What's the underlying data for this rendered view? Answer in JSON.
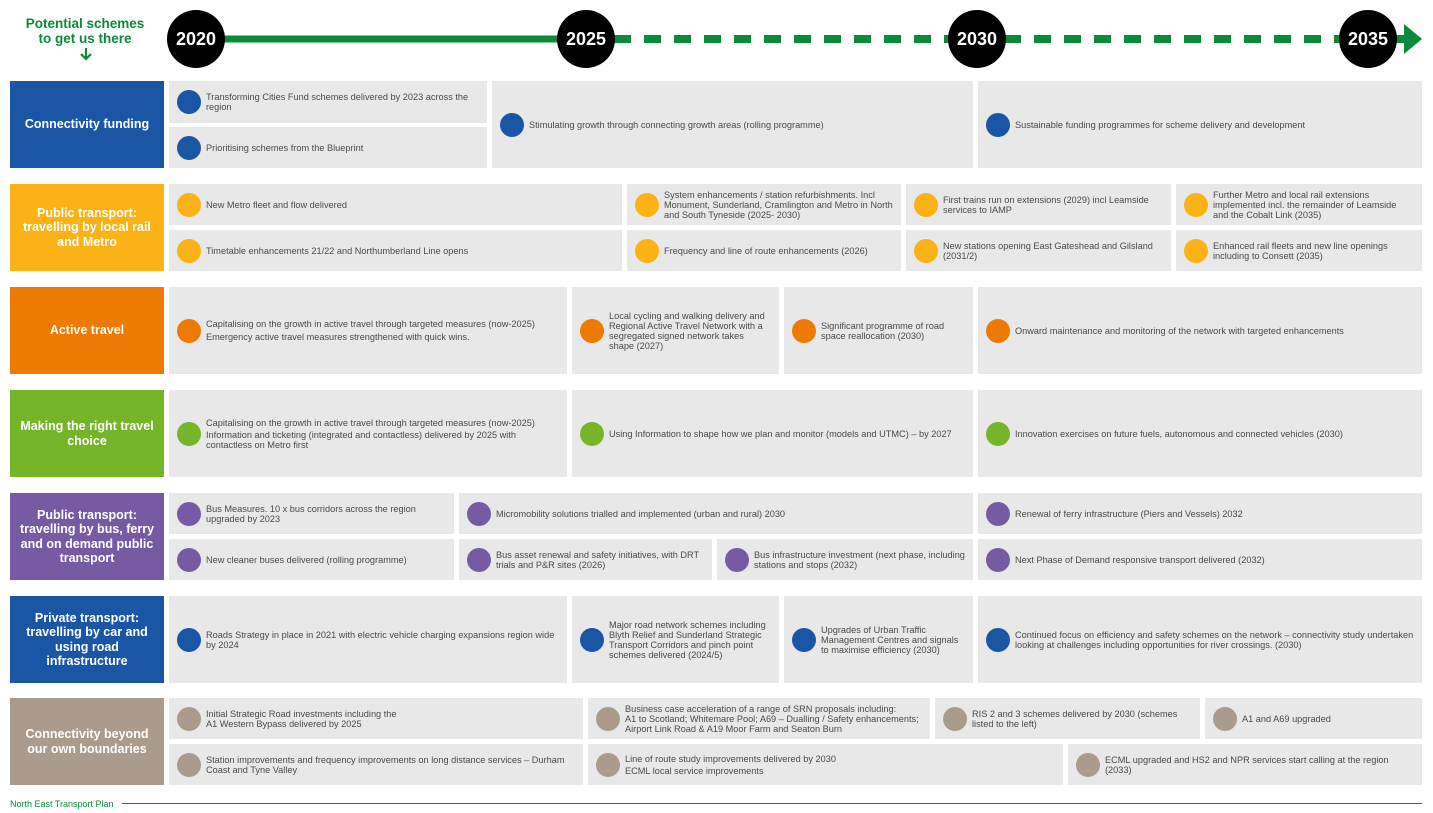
{
  "header": {
    "label_line1": "Potential schemes",
    "label_line2": "to get us there",
    "years": [
      "2020",
      "2025",
      "2030",
      "2035"
    ]
  },
  "colors": {
    "timeline": "#0b8a3c",
    "connectivity_funding": "#1a56a4",
    "public_transport_rail": "#fbb216",
    "active_travel": "#ee7a04",
    "travel_choice": "#74b52a",
    "public_transport_bus": "#765ba4",
    "private_transport": "#1a56a4",
    "beyond_boundaries": "#ab9b8c"
  },
  "rows": {
    "funding": {
      "label": "Connectivity funding",
      "c1": "Transforming Cities Fund schemes delivered by 2023 across the region",
      "c2": "Prioritising schemes from the Blueprint",
      "c3": "Stimulating growth through connecting growth areas (rolling programme)",
      "c4": "Sustainable funding programmes for scheme delivery and development"
    },
    "rail": {
      "label": "Public transport: travelling by local rail and Metro",
      "c1": "New Metro fleet and flow delivered",
      "c2": "System enhancements / station refurbishments. Incl Monument, Sunderland, Cramlington and Metro in North and South Tyneside (2025- 2030)",
      "c3": "First trains run on extensions (2029) incl Leamside services to IAMP",
      "c4": "Further Metro and local rail extensions implemented incl. the remainder of Leamside and the Cobalt Link (2035)",
      "c5": "Timetable enhancements 21/22 and Northumberland Line opens",
      "c6": "Frequency and line of route enhancements (2026)",
      "c7": "New stations opening East Gateshead and Gilsland (2031/2)",
      "c8": "Enhanced rail fleets and new line openings including to Consett (2035)"
    },
    "active": {
      "label": "Active travel",
      "c1a": "Capitalising on the growth in active travel through targeted measures (now-2025)",
      "c1b": "Emergency active travel measures strengthened with quick wins.",
      "c2": "Local cycling and walking delivery and Regional Active Travel Network with a segregated signed network takes shape (2027)",
      "c3": "Significant programme of road space reallocation (2030)",
      "c4": "Onward maintenance and monitoring of the network with targeted enhancements"
    },
    "choice": {
      "label": "Making the right travel choice",
      "c1a": "Capitalising on the growth in active travel through targeted measures (now-2025)",
      "c1b": "Information and ticketing (integrated and contactless) delivered by 2025 with contactless on Metro first",
      "c2": "Using Information to shape how we plan and monitor (models and UTMC) – by 2027",
      "c3": "Innovation exercises on future fuels, autonomous and connected vehicles (2030)"
    },
    "bus": {
      "label": "Public transport: travelling by bus, ferry and on demand public transport",
      "c1": "Bus Measures. 10 x bus corridors across the region upgraded by 2023",
      "c2": "Micromobility solutions trialled and implemented (urban and rural) 2030",
      "c3": "Renewal of ferry infrastructure (Piers and Vessels) 2032",
      "c4": "New cleaner buses delivered (rolling programme)",
      "c5": "Bus asset renewal and safety initiatives, with DRT trials and P&R sites (2026)",
      "c6": "Bus infrastructure investment (next phase, including stations and stops (2032)",
      "c7": "Next Phase of Demand responsive transport delivered (2032)"
    },
    "private": {
      "label": "Private transport: travelling by car and using road infrastructure",
      "c1": "Roads Strategy in place in 2021 with electric vehicle charging expansions region wide by 2024",
      "c2": "Major road network schemes including Blyth Relief and Sunderland Strategic Transport Corridors and pinch point schemes delivered (2024/5)",
      "c3": "Upgrades of Urban Traffic Management Centres and signals to maximise efficiency (2030)",
      "c4": "Continued focus on efficiency and safety schemes on the network – connectivity study undertaken looking at challenges including opportunities for river crossings. (2030)"
    },
    "beyond": {
      "label": "Connectivity beyond our own boundaries",
      "c1a": "Initial Strategic Road investments including the",
      "c1b": "A1 Western Bypass delivered by 2025",
      "c2a": "Business case acceleration of a range of SRN proposals including:",
      "c2b": "A1 to Scotland; Whitemare Pool; A69 – Dualling / Safety enhancements;",
      "c2c": "Airport Link Road & A19 Moor Farm and Seaton Burn",
      "c3": "RIS 2 and 3 schemes delivered by 2030 (schemes listed to the left)",
      "c4": "A1 and A69 upgraded",
      "c5": "Station improvements and frequency improvements on long distance services – Durham Coast and Tyne Valley",
      "c6a": "Line of route study improvements delivered by 2030",
      "c6b": "ECML local service improvements",
      "c7": "ECML upgraded and HS2 and NPR services start calling at the region (2033)"
    }
  },
  "footer": {
    "text": "North East Transport Plan"
  }
}
